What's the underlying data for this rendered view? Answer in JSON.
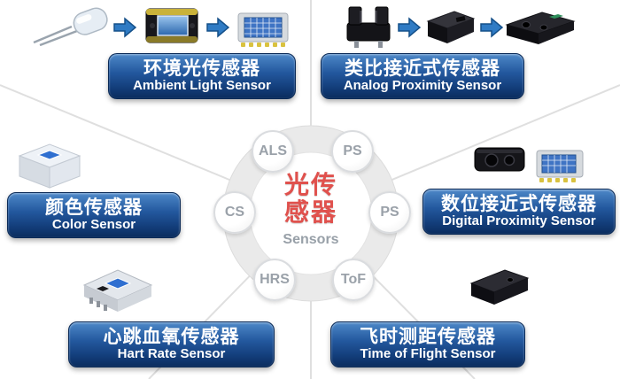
{
  "center": {
    "title_line1": "光传",
    "title_line2": "感器",
    "subtitle": "Sensors",
    "nodes": [
      {
        "label": "ALS"
      },
      {
        "label": "PS"
      },
      {
        "label": "CS"
      },
      {
        "label": "PS"
      },
      {
        "label": "HRS"
      },
      {
        "label": "ToF"
      }
    ]
  },
  "sections": [
    {
      "zh": "环境光传感器",
      "en": "Ambient Light Sensor"
    },
    {
      "zh": "类比接近式传感器",
      "en": "Analog Proximity Sensor"
    },
    {
      "zh": "颜色传感器",
      "en": "Color Sensor"
    },
    {
      "zh": "数位接近式传感器",
      "en": "Digital Proximity Sensor"
    },
    {
      "zh": "心跳血氧传感器",
      "en": "Hart Rate Sensor"
    },
    {
      "zh": "飞时测距传感器",
      "en": "Time of Flight Sensor"
    }
  ],
  "product_images": {
    "ambient_light": [
      "led",
      "led-package",
      "sensor-array-chip"
    ],
    "analog_proximity": [
      "photo-interrupter",
      "smd-emitter",
      "proximity-module"
    ],
    "color": [
      "clear-package-sensor"
    ],
    "digital_proximity": [
      "proximity-module",
      "sensor-array-chip"
    ],
    "heart_rate": [
      "sensor-package"
    ],
    "time_of_flight": [
      "tof-module"
    ]
  },
  "colors": {
    "banner_top": "#4d88c8",
    "banner_bottom": "#0b2d5e",
    "arrow_blue": "#2f7bc4",
    "center_text_red": "#e0514d",
    "node_text_gray": "#9aa1a9",
    "ring_gray": "#eaeaea"
  }
}
